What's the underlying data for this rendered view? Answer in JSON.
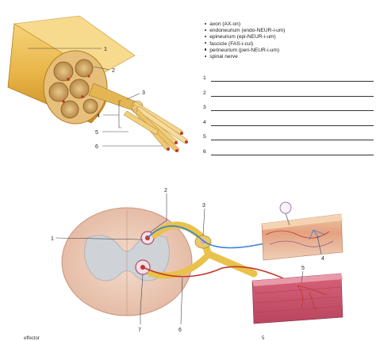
{
  "terms": [
    "axon (AX-on)",
    "endoneurium (endo-NEUR-i-um)",
    "epineurium (epi-NEUR-i-um)",
    "fascicle (FAS-i-cul)",
    "perineurium (peri-NEUR-i-um)",
    "spinal nerve"
  ],
  "answer_blanks": [
    "1",
    "2",
    "3",
    "4",
    "5",
    "6"
  ],
  "top_labels": [
    "1",
    "2",
    "3",
    "4",
    "5",
    "6"
  ],
  "bottom_labels": [
    "1",
    "2",
    "3",
    "4",
    "5",
    "6",
    "7"
  ],
  "bottom_text_left": "effector",
  "bottom_text_right": "5"
}
